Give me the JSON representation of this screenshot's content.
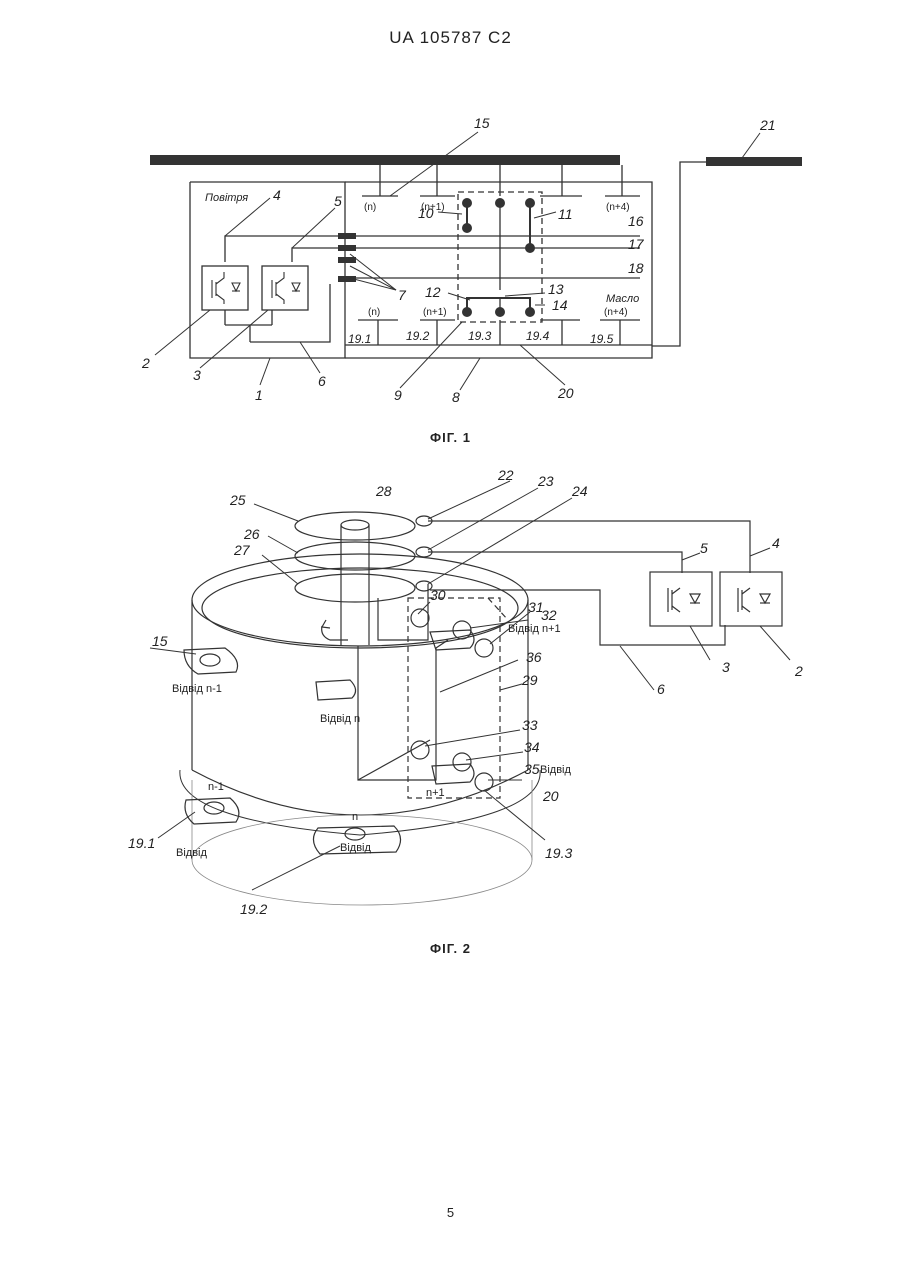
{
  "header": {
    "patent_number": "UA   105787   C2"
  },
  "fig1": {
    "caption": "ФІГ. 1",
    "air_label": "Повітря",
    "oil_label": "Масло",
    "top_taps": [
      "(n)",
      "(n+1)",
      "(n+4)"
    ],
    "bottom_taps": [
      "(n)",
      "(n+1)",
      "(n+4)"
    ],
    "tap_ids": [
      "19.1",
      "19.2",
      "19.3",
      "19.4",
      "19.5"
    ],
    "numbers": [
      "15",
      "21",
      "4",
      "5",
      "10",
      "11",
      "16",
      "17",
      "18",
      "7",
      "12",
      "13",
      "14",
      "2",
      "3",
      "6",
      "1",
      "9",
      "8",
      "20"
    ]
  },
  "fig2": {
    "caption": "ФІГ. 2",
    "numbers": [
      "22",
      "23",
      "24",
      "25",
      "28",
      "26",
      "27",
      "30",
      "31",
      "32",
      "36",
      "29",
      "33",
      "34",
      "35",
      "15",
      "20",
      "19.1",
      "19.2",
      "19.3",
      "5",
      "4",
      "3",
      "2",
      "6"
    ],
    "tap_labels": {
      "n_minus_1": "Відвід n-1",
      "n": "Відвід n",
      "n_plus_1": "Відвід n+1",
      "bottom_right": "Відвід",
      "bottom_left": "Відвід",
      "bottom_center": "Відвід"
    },
    "marks": {
      "n_minus_1": "n-1",
      "n": "n",
      "n_plus_1": "n+1"
    }
  },
  "footer": {
    "page_number": "5"
  }
}
